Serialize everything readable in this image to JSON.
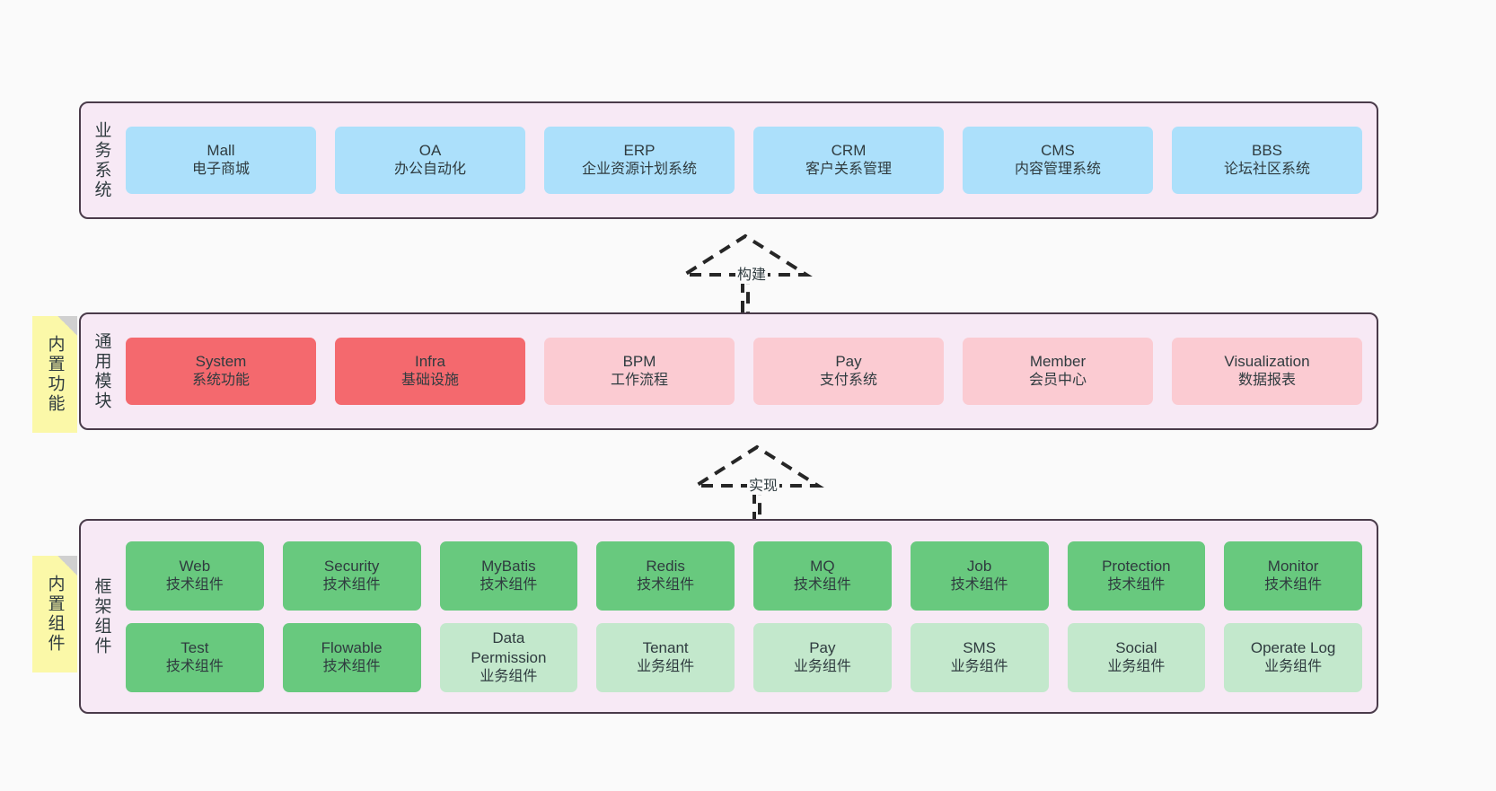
{
  "diagram": {
    "type": "layered-architecture",
    "background": "#fafafa",
    "panel_fill": "#f7e9f5",
    "panel_border": "#4a3b4a"
  },
  "layers": [
    {
      "id": "business-systems",
      "label": "业务系统",
      "box_color": "#ace0fb",
      "rows": [
        [
          {
            "title": "Mall",
            "subtitle": "电子商城",
            "color": "#ace0fb"
          },
          {
            "title": "OA",
            "subtitle": "办公自动化",
            "color": "#ace0fb"
          },
          {
            "title": "ERP",
            "subtitle": "企业资源计划系统",
            "color": "#ace0fb"
          },
          {
            "title": "CRM",
            "subtitle": "客户关系管理",
            "color": "#ace0fb"
          },
          {
            "title": "CMS",
            "subtitle": "内容管理系统",
            "color": "#ace0fb"
          },
          {
            "title": "BBS",
            "subtitle": "论坛社区系统",
            "color": "#ace0fb"
          }
        ]
      ]
    },
    {
      "id": "common-modules",
      "label": "通用模块",
      "note": "内置功能",
      "rows": [
        [
          {
            "title": "System",
            "subtitle": "系统功能",
            "color": "#f4696e"
          },
          {
            "title": "Infra",
            "subtitle": "基础设施",
            "color": "#f4696e"
          },
          {
            "title": "BPM",
            "subtitle": "工作流程",
            "color": "#fbcbd2"
          },
          {
            "title": "Pay",
            "subtitle": "支付系统",
            "color": "#fbcbd2"
          },
          {
            "title": "Member",
            "subtitle": "会员中心",
            "color": "#fbcbd2"
          },
          {
            "title": "Visualization",
            "subtitle": "数据报表",
            "color": "#fbcbd2"
          }
        ]
      ]
    },
    {
      "id": "framework-components",
      "label": "框架组件",
      "note": "内置组件",
      "rows": [
        [
          {
            "title": "Web",
            "subtitle": "技术组件",
            "color": "#68c97e"
          },
          {
            "title": "Security",
            "subtitle": "技术组件",
            "color": "#68c97e"
          },
          {
            "title": "MyBatis",
            "subtitle": "技术组件",
            "color": "#68c97e"
          },
          {
            "title": "Redis",
            "subtitle": "技术组件",
            "color": "#68c97e"
          },
          {
            "title": "MQ",
            "subtitle": "技术组件",
            "color": "#68c97e"
          },
          {
            "title": "Job",
            "subtitle": "技术组件",
            "color": "#68c97e"
          },
          {
            "title": "Protection",
            "subtitle": "技术组件",
            "color": "#68c97e"
          },
          {
            "title": "Monitor",
            "subtitle": "技术组件",
            "color": "#68c97e"
          }
        ],
        [
          {
            "title": "Test",
            "subtitle": "技术组件",
            "color": "#68c97e"
          },
          {
            "title": "Flowable",
            "subtitle": "技术组件",
            "color": "#68c97e"
          },
          {
            "title": "Data Permission",
            "subtitle": "业务组件",
            "color": "#c3e8cc"
          },
          {
            "title": "Tenant",
            "subtitle": "业务组件",
            "color": "#c3e8cc"
          },
          {
            "title": "Pay",
            "subtitle": "业务组件",
            "color": "#c3e8cc"
          },
          {
            "title": "SMS",
            "subtitle": "业务组件",
            "color": "#c3e8cc"
          },
          {
            "title": "Social",
            "subtitle": "业务组件",
            "color": "#c3e8cc"
          },
          {
            "title": "Operate Log",
            "subtitle": "业务组件",
            "color": "#c3e8cc"
          }
        ]
      ]
    }
  ],
  "connectors": [
    {
      "id": "build",
      "label": "构建",
      "style": "dashed-hollow-arrow-up"
    },
    {
      "id": "implement",
      "label": "实现",
      "style": "dashed-hollow-arrow-up"
    }
  ]
}
